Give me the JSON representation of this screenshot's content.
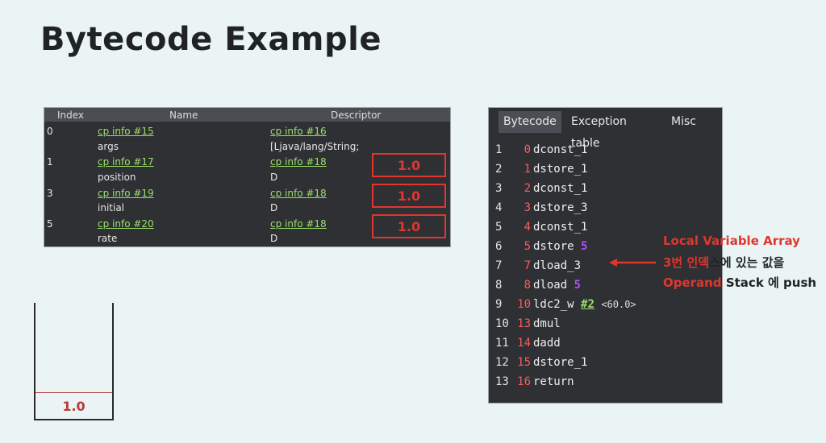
{
  "title": "Bytecode Example",
  "local_variable_table": {
    "columns": [
      "Index",
      "Name",
      "Descriptor"
    ],
    "rows": [
      {
        "index": "0",
        "name_ref": "cp info #15",
        "name": "args",
        "descriptor_ref": "cp info #16",
        "descriptor": "[Ljava/lang/String;"
      },
      {
        "index": "1",
        "name_ref": "cp info #17",
        "name": "position",
        "descriptor_ref": "cp info #18",
        "descriptor": "D",
        "value": "1.0"
      },
      {
        "index": "3",
        "name_ref": "cp info #19",
        "name": "initial",
        "descriptor_ref": "cp info #18",
        "descriptor": "D",
        "value": "1.0"
      },
      {
        "index": "5",
        "name_ref": "cp info #20",
        "name": "rate",
        "descriptor_ref": "cp info #18",
        "descriptor": "D",
        "value": "1.0"
      }
    ]
  },
  "operand_stack": {
    "top_value": "1.0"
  },
  "bytecode_panel": {
    "tabs": [
      "Bytecode",
      "Exception table",
      "Misc"
    ],
    "active_tab": "Bytecode",
    "lines": [
      {
        "line": "1",
        "offset": "0",
        "instr": "dconst_1"
      },
      {
        "line": "2",
        "offset": "1",
        "instr": "dstore_1"
      },
      {
        "line": "3",
        "offset": "2",
        "instr": "dconst_1"
      },
      {
        "line": "4",
        "offset": "3",
        "instr": "dstore_3"
      },
      {
        "line": "5",
        "offset": "4",
        "instr": "dconst_1"
      },
      {
        "line": "6",
        "offset": "5",
        "instr": "dstore",
        "arg": "5"
      },
      {
        "line": "7",
        "offset": "7",
        "instr": "dload_3"
      },
      {
        "line": "8",
        "offset": "8",
        "instr": "dload",
        "arg": "5"
      },
      {
        "line": "9",
        "offset": "10",
        "instr": "ldc2_w",
        "ref": "#2",
        "comment": "<60.0>"
      },
      {
        "line": "10",
        "offset": "13",
        "instr": "dmul"
      },
      {
        "line": "11",
        "offset": "14",
        "instr": "dadd"
      },
      {
        "line": "12",
        "offset": "15",
        "instr": "dstore_1"
      },
      {
        "line": "13",
        "offset": "16",
        "instr": "return"
      }
    ]
  },
  "annotation": {
    "line1": "Local Variable Array",
    "line2_red": "3번 인덱",
    "line2_dark": "스에 있는 값을",
    "line3_red": "Operand",
    "line3_dark": " Stack 에 push"
  },
  "colors": {
    "accent_red": "#e0362e",
    "link_green": "#9be06a",
    "arg_purple": "#b44bff",
    "panel_bg": "#2e3034"
  }
}
